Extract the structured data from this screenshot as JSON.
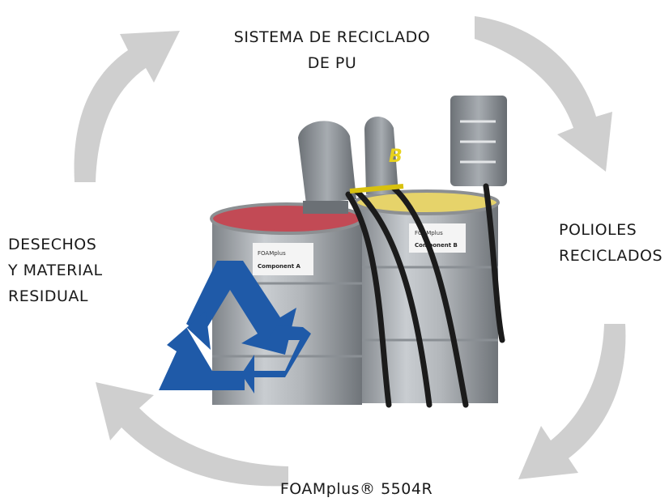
{
  "labels": {
    "top": [
      "SISTEMA DE RECICLADO",
      "DE PU"
    ],
    "right": [
      "POLIOLES",
      "RECICLADOS"
    ],
    "bottom": "FOAMplus® 5504R",
    "left": [
      "DESECHOS",
      "Y MATERIAL",
      "RESIDUAL"
    ]
  },
  "drums": {
    "left_brand": "FOAMplus",
    "left_component": "Component A",
    "right_brand": "FOAMplus",
    "right_component": "Component B",
    "right_letter": "B"
  },
  "colors": {
    "cycle_arrows": "#cfcfcf",
    "recycle_symbol": "#1f5aa8",
    "drum": "#a9adb1",
    "drum_a_lid": "#c24a55",
    "drum_b_lid": "#e6d36a"
  },
  "icons": [
    "cycle-arrow-icon",
    "recycle-icon"
  ]
}
